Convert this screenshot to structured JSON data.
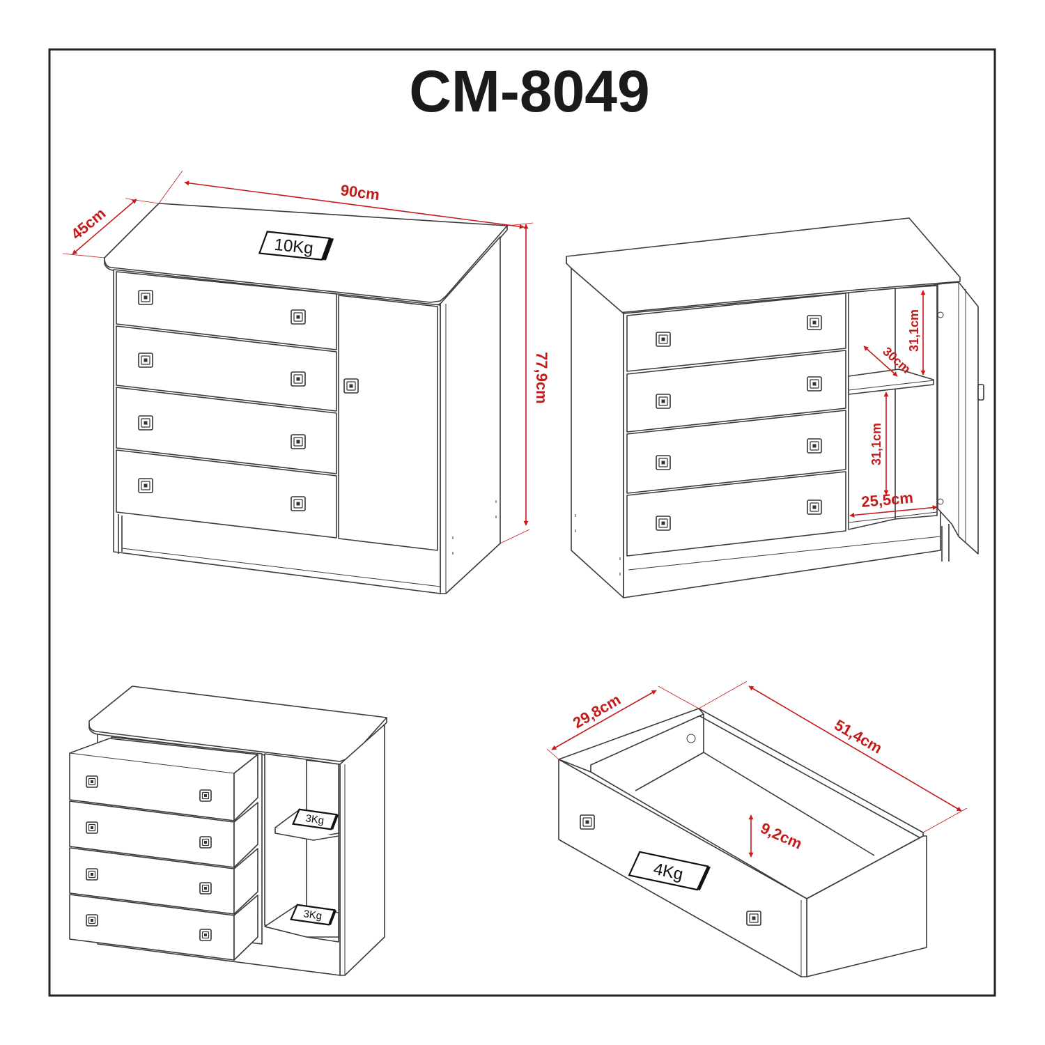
{
  "title": "CM-8049",
  "views": {
    "front_closed": {
      "dimensions": {
        "width": "90cm",
        "depth": "45cm",
        "height": "77,9cm"
      },
      "top_load": "10Kg"
    },
    "front_open_door": {
      "dimensions": {
        "upper_compartment_height": "31,1cm",
        "shelf_depth": "30cm",
        "lower_compartment_height": "31,1cm",
        "compartment_width": "25,5cm"
      }
    },
    "open_drawers": {
      "shelf_load_upper": "3Kg",
      "shelf_load_lower": "3Kg"
    },
    "drawer_detail": {
      "dimensions": {
        "width": "29,8cm",
        "length": "51,4cm",
        "height": "9,2cm"
      },
      "drawer_load": "4Kg"
    }
  },
  "colors": {
    "line": "#3a3a3a",
    "dimension": "#c41a1a",
    "frame": "#222222"
  }
}
